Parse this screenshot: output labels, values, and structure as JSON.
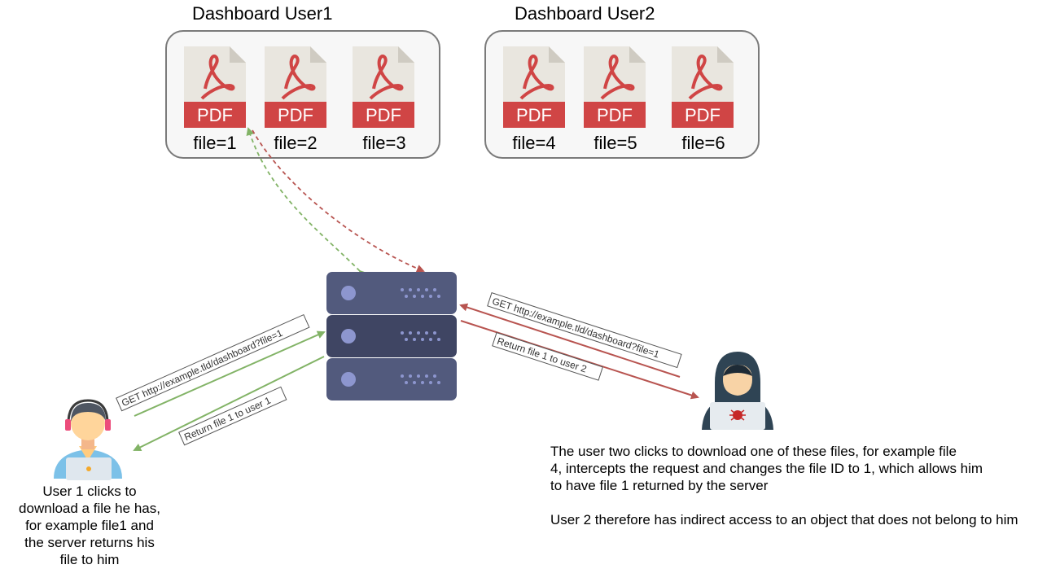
{
  "dashboards": [
    {
      "title": "Dashboard User1",
      "files": [
        "file=1",
        "file=2",
        "file=3"
      ]
    },
    {
      "title": "Dashboard User2",
      "files": [
        "file=4",
        "file=5",
        "file=6"
      ]
    }
  ],
  "pdf_label": "PDF",
  "requests": {
    "user1_get": "GET http://example.tld/dashboard?file=1",
    "user1_return": "Return file 1 to user 1",
    "user2_get": "GET http://example.tld/dashboard?file=1",
    "user2_return": "Return file 1 to user 2"
  },
  "notes": {
    "user1": [
      "User 1 clicks to",
      "download a file he has,",
      "for example file1 and",
      "the server returns his",
      "file to him"
    ],
    "user2": [
      "The user two clicks to download one of these files, for example file",
      "4, intercepts the request and changes the file ID to 1, which allows him",
      "to have file 1 returned by the server",
      "",
      "User 2 therefore has indirect access to an object that does not belong to him"
    ]
  },
  "colors": {
    "green": "#82b366",
    "red": "#b85450",
    "server_dark": "#3f4563",
    "server_mid": "#525a7d",
    "pdf_red": "#d04545"
  }
}
